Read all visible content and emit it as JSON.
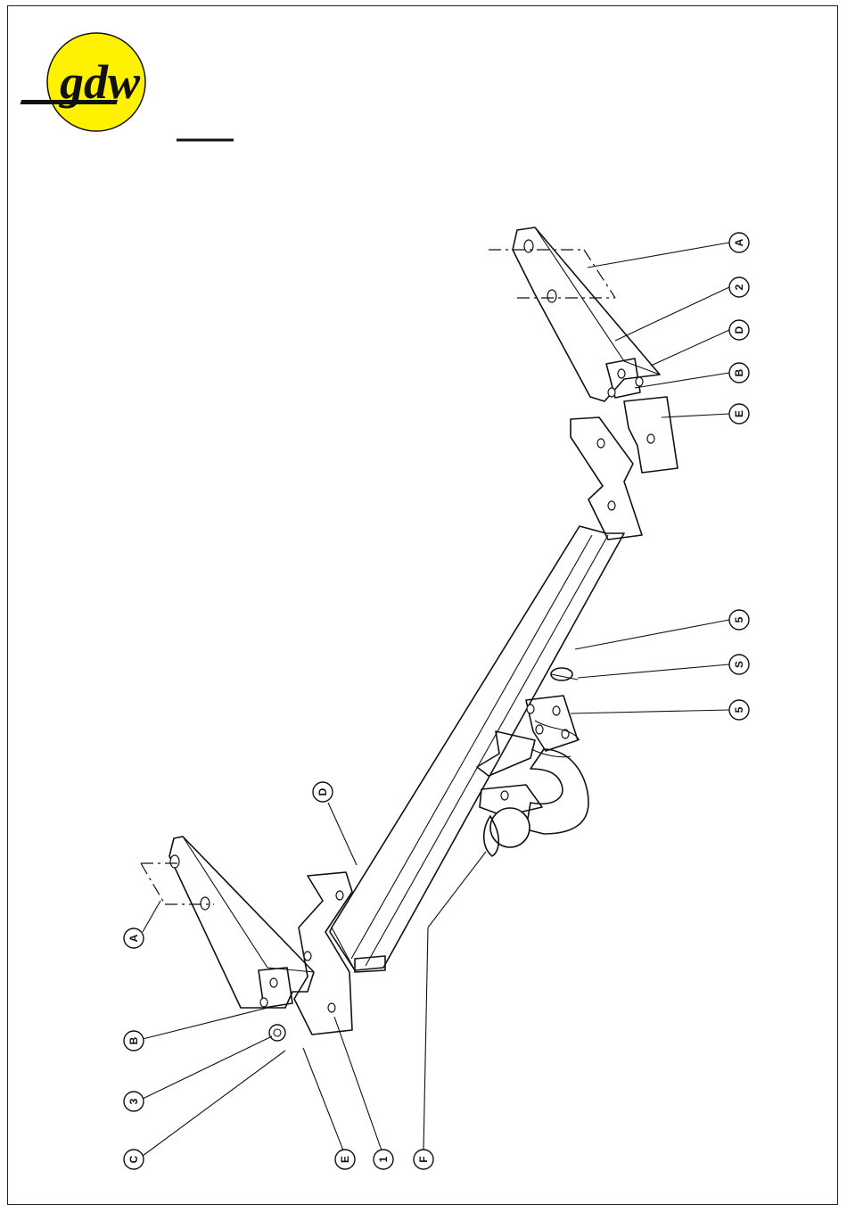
{
  "brand": {
    "logo_text": "gdw",
    "logo_color": "#FFF200"
  },
  "callouts": [
    {
      "id": "top-a",
      "label": "A"
    },
    {
      "id": "top-2",
      "label": "2"
    },
    {
      "id": "top-d",
      "label": "D"
    },
    {
      "id": "top-b",
      "label": "B"
    },
    {
      "id": "top-e",
      "label": "E"
    },
    {
      "id": "mid-5a",
      "label": "5"
    },
    {
      "id": "mid-s",
      "label": "S"
    },
    {
      "id": "mid-5b",
      "label": "5"
    },
    {
      "id": "left-d",
      "label": "D"
    },
    {
      "id": "left-a",
      "label": "A"
    },
    {
      "id": "left-b",
      "label": "B"
    },
    {
      "id": "left-3",
      "label": "3"
    },
    {
      "id": "left-c",
      "label": "C"
    },
    {
      "id": "bot-e",
      "label": "E"
    },
    {
      "id": "bot-1",
      "label": "1"
    },
    {
      "id": "bot-f",
      "label": "F"
    }
  ]
}
